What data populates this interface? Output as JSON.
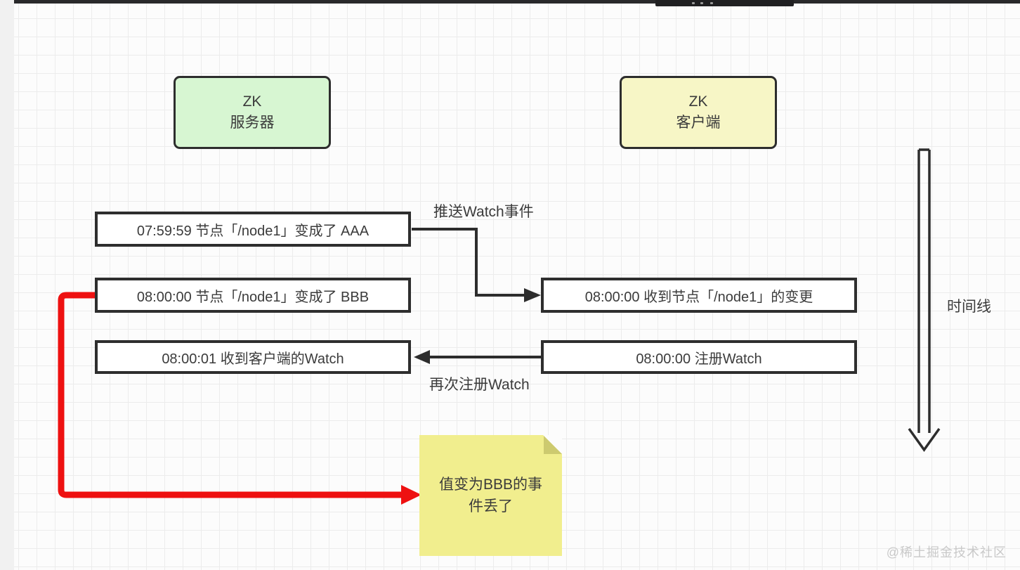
{
  "diagram": {
    "actors": {
      "server": {
        "line1": "ZK",
        "line2": "服务器",
        "fill": "#d7f6d2"
      },
      "client": {
        "line1": "ZK",
        "line2": "客户端",
        "fill": "#f7f6c6"
      }
    },
    "events": {
      "server_aaa": "07:59:59 节点「/node1」变成了 AAA",
      "server_bbb": "08:00:00 节点「/node1」变成了 BBB",
      "server_watch_received": "08:00:01 收到客户端的Watch",
      "client_change_received": "08:00:00 收到节点「/node1」的变更",
      "client_register_watch": "08:00:00 注册Watch"
    },
    "labels": {
      "push": "推送Watch事件",
      "reregister": "再次注册Watch",
      "timeline": "时间线"
    },
    "note": {
      "line1": "值变为BBB的事",
      "line2": "件丢了",
      "fill": "#f1ee8e"
    },
    "colors": {
      "line": "#2d2d2d",
      "lost_event_arrow": "#ee1111",
      "server_fill": "#d7f6d2",
      "client_fill": "#f7f6c6",
      "note_fill": "#f1ee8e"
    }
  },
  "watermark": "@稀土掘金技术社区"
}
